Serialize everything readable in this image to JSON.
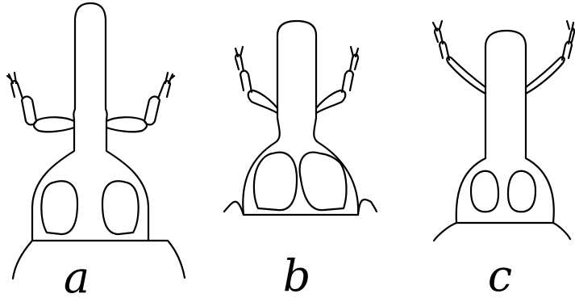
{
  "figures": [
    {
      "label": "a"
    },
    {
      "label": "b"
    },
    {
      "label": "c"
    }
  ]
}
